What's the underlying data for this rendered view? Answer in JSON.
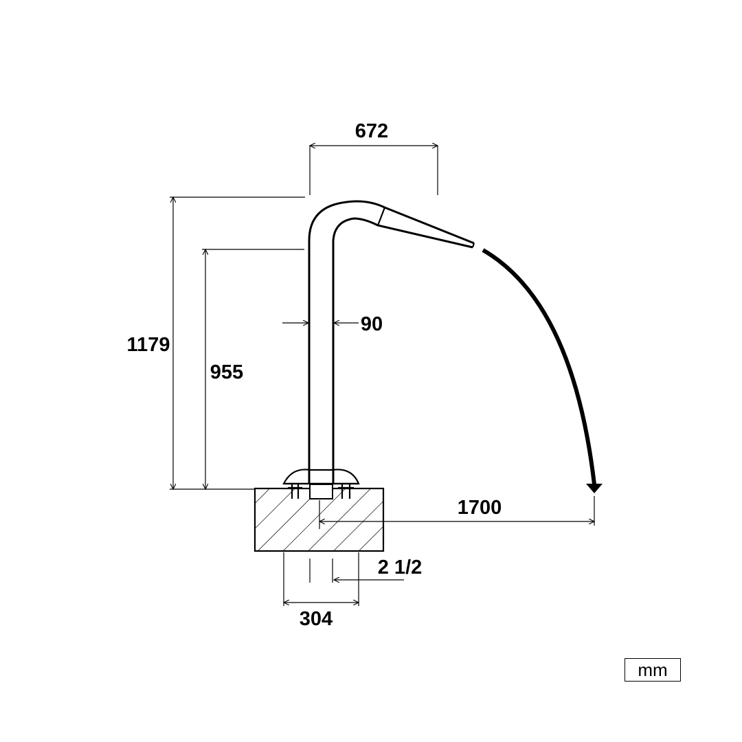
{
  "dimensions": {
    "spout_reach": "672",
    "total_height": "1179",
    "pipe_height": "955",
    "pipe_diameter": "90",
    "jet_throw": "1700",
    "base_width": "304",
    "connection": "2 1/2"
  },
  "unit": "mm",
  "colors": {
    "line": "#000000",
    "background": "#ffffff"
  }
}
